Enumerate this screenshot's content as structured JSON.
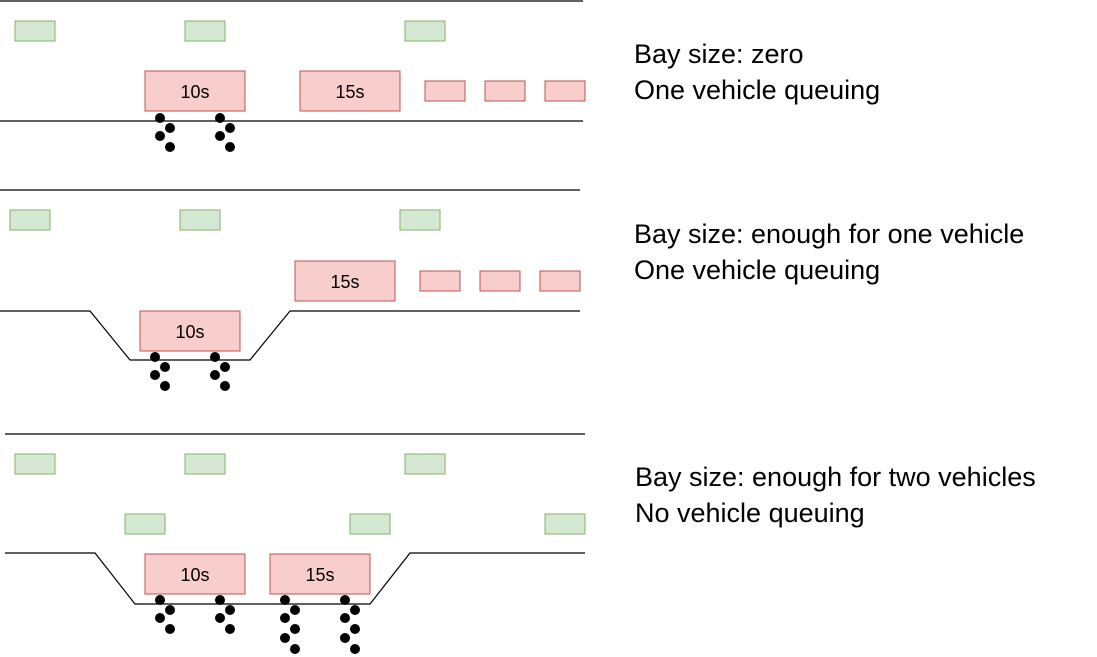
{
  "colors": {
    "green_fill": "#d5e8d4",
    "green_stroke": "#82b366",
    "red_fill": "#f8cecc",
    "red_stroke": "#b85450",
    "line": "#000000",
    "dot": "#000000"
  },
  "scenarios": [
    {
      "caption_line1": "Bay size: zero",
      "caption_line2": "One vehicle queuing",
      "stopped_bus_1": "10s",
      "stopped_bus_2": "15s"
    },
    {
      "caption_line1": "Bay size: enough for one vehicle",
      "caption_line2": "One vehicle queuing",
      "stopped_bus_1": "10s",
      "stopped_bus_2": "15s"
    },
    {
      "caption_line1": "Bay size: enough for two vehicles",
      "caption_line2": "No vehicle queuing",
      "stopped_bus_1": "10s",
      "stopped_bus_2": "15s"
    }
  ]
}
